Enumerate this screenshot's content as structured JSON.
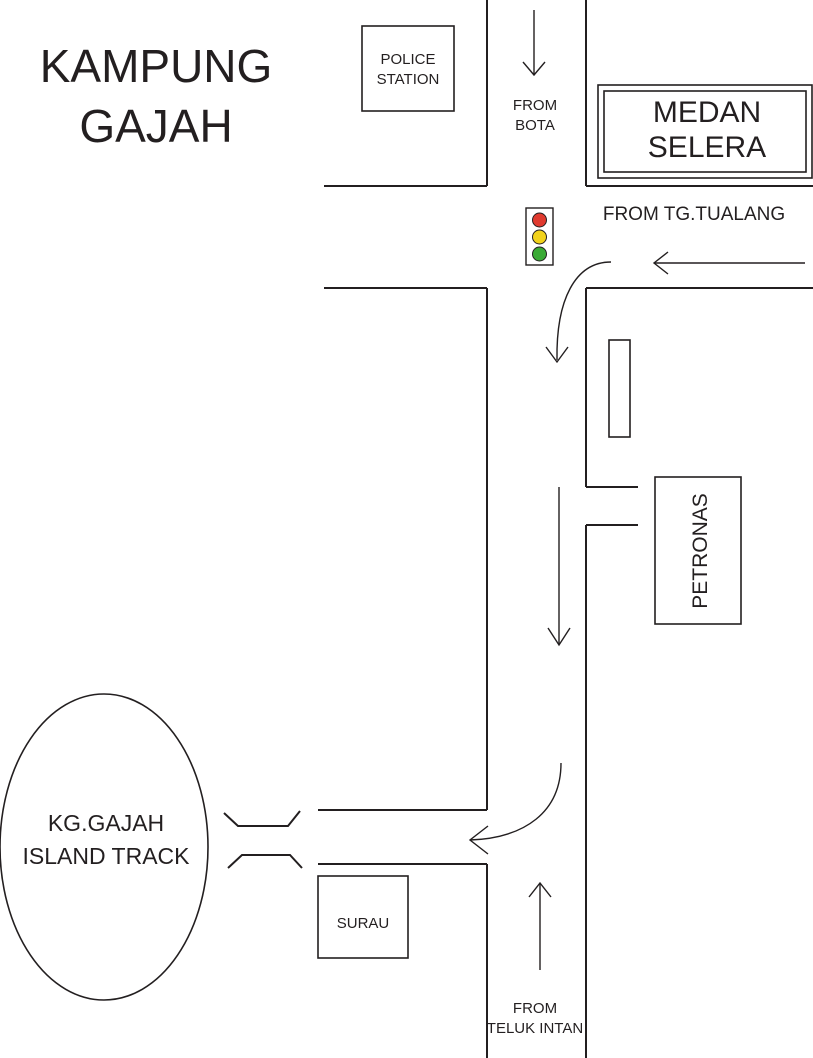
{
  "map": {
    "title_line1": "KAMPUNG",
    "title_line2": "GAJAH",
    "places": {
      "police_station": [
        "POLICE",
        "STATION"
      ],
      "medan_selera": [
        "MEDAN",
        "SELERA"
      ],
      "petronas": "PETRONAS",
      "surau": "SURAU",
      "island_track": [
        "KG.GAJAH",
        "ISLAND TRACK"
      ]
    },
    "directions": {
      "from_bota": [
        "FROM",
        "BOTA"
      ],
      "from_tg_tualang": "FROM TG.TUALANG",
      "from_teluk_intan": [
        "FROM",
        "TELUK INTAN"
      ]
    },
    "colors": {
      "ink": "#231f20",
      "light_red": "#e03a2f",
      "light_yellow": "#f2d21b",
      "light_green": "#3aaa35"
    },
    "icons": [
      "traffic-light-icon",
      "arrow-down-icon",
      "arrow-left-icon",
      "arrow-up-icon",
      "curved-arrow-icon"
    ]
  }
}
